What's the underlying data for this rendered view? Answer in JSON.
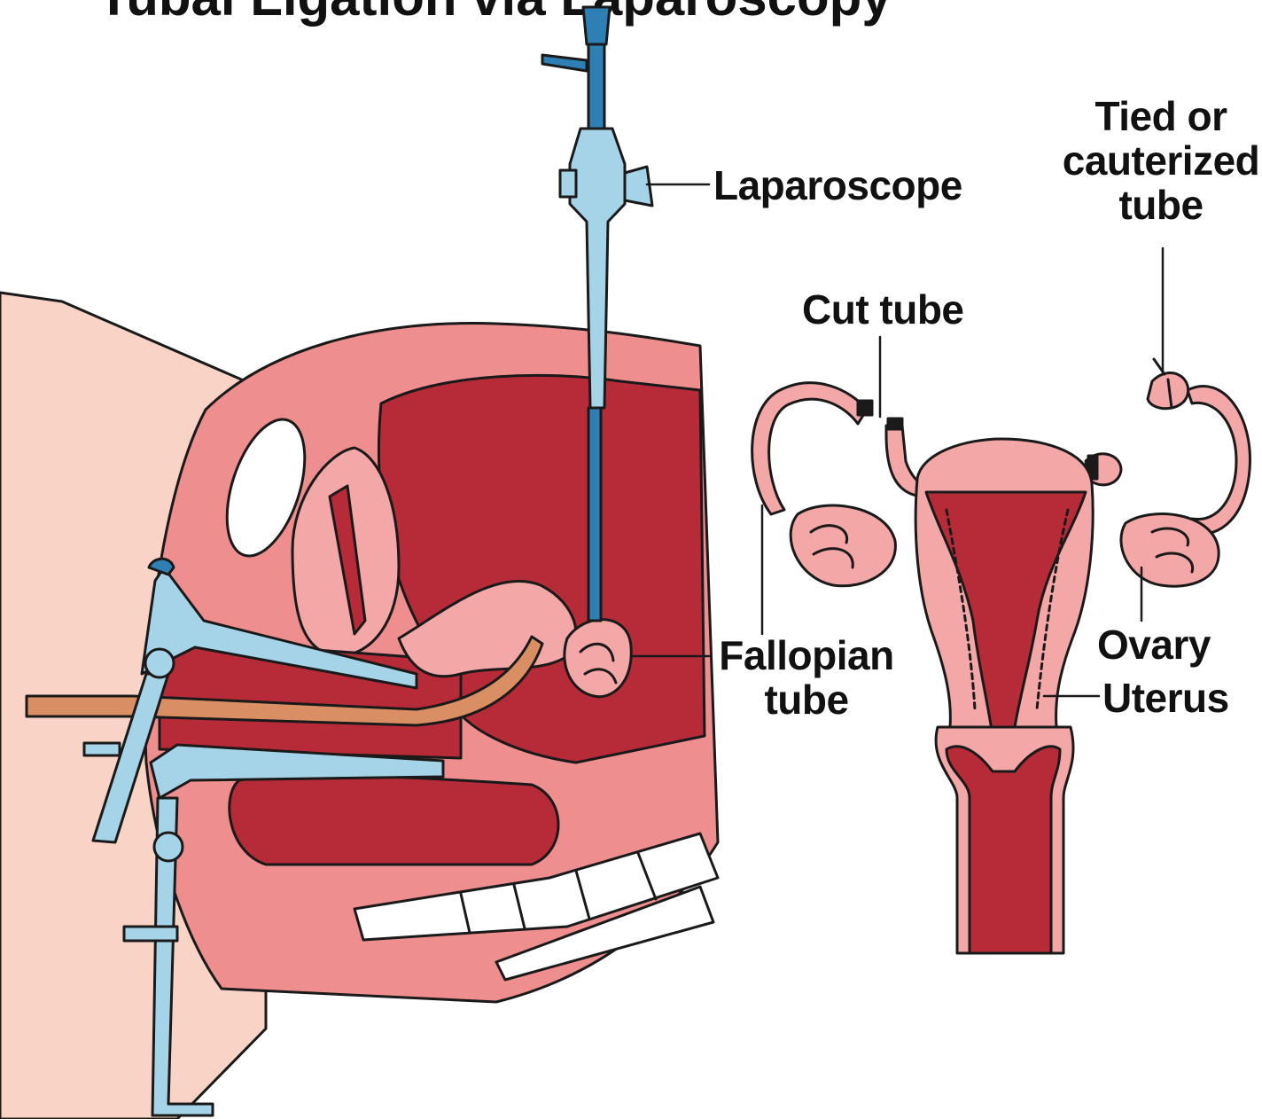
{
  "title": "Tubal Ligation via Laparoscopy",
  "labels": {
    "laparoscope": "Laparoscope",
    "tied_tube": [
      "Tied or",
      "cauterized",
      "tube"
    ],
    "cut_tube": "Cut tube",
    "fallopian_tube": [
      "Fallopian",
      "tube"
    ],
    "ovary": "Ovary",
    "uterus": "Uterus"
  },
  "colors": {
    "skin": "#F9D4C6",
    "tissue": "#EE8E8E",
    "dark_tissue": "#B72A38",
    "instrument": "#A5D4E9",
    "instrument_dark": "#2E7FB3",
    "catheter": "#D98E64",
    "outline": "#1A1A1A"
  }
}
